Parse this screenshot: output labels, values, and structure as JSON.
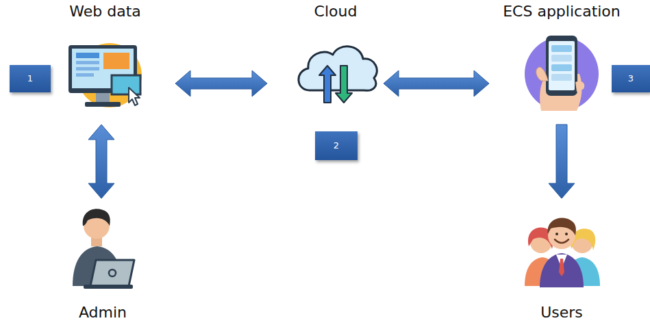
{
  "diagram": {
    "nodes": [
      {
        "text": [
          "Web data"
        ]
      },
      {
        "text": [
          "Cloud"
        ]
      },
      {
        "text": [
          "ECS application"
        ]
      },
      {
        "text": [
          "1"
        ]
      },
      {
        "text": [
          "3"
        ]
      },
      {
        "text": [
          "2"
        ]
      },
      {
        "text": [
          "Admin"
        ]
      },
      {
        "text": [
          "Users"
        ]
      }
    ],
    "edges": [
      {
        "from": 0,
        "to": 1,
        "arrow": "both"
      },
      {
        "from": 1,
        "to": 2,
        "arrow": "both"
      },
      {
        "from": 0,
        "to": 6,
        "arrow": "both"
      },
      {
        "from": 2,
        "to": 7,
        "arrow": "to"
      }
    ]
  }
}
